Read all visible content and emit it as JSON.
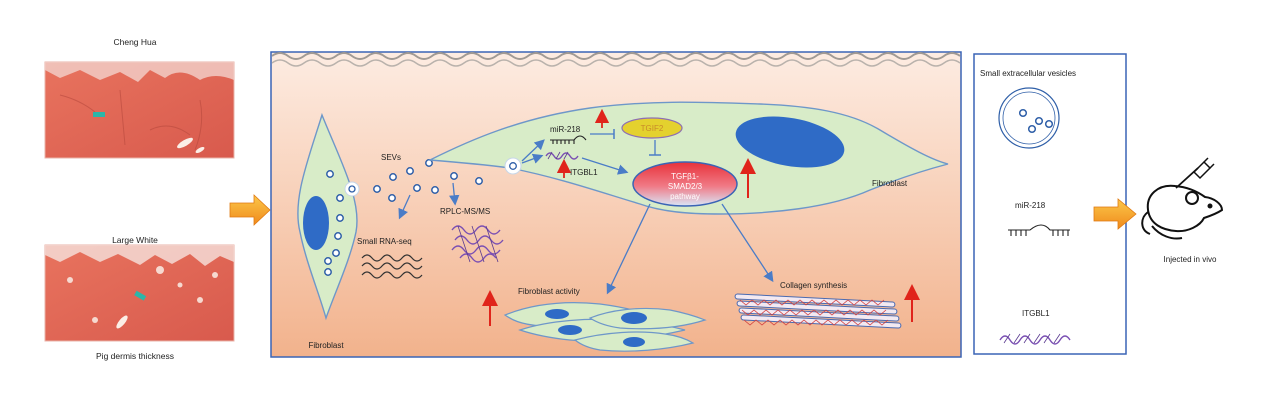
{
  "left_panel": {
    "top_tissue_label": "Cheng Hua",
    "bottom_tissue_label": "Large White",
    "caption": "Pig dermis  thickness"
  },
  "main_panel": {
    "sevs_label": "SEVs",
    "small_rnaseq_label": "Small RNA-seq",
    "rplc_label": "RPLC-MS/MS",
    "fibroblast_left_label": "Fibroblast",
    "fibroblast_right_label": "Fibroblast",
    "mir_label": "miR-218",
    "tgif2_label": "TGIF2",
    "itgbl1_label": "ITGBL1",
    "pathway_line1": "TGFβ1-",
    "pathway_line2": "SMAD2/3",
    "pathway_line3": "pathway",
    "fibroblast_activity_label": "Fibroblast activity",
    "collagen_label": "Collagen synthesis"
  },
  "right_panel": {
    "vesicles_label": "Small extracellular vesicles",
    "mir_label": "miR-218",
    "itgbl1_label": "ITGBL1"
  },
  "far_right": {
    "injected_label": "Injected in vivo"
  },
  "colors": {
    "panel_border": "#3a64b5",
    "panel_bg_top": "#fdece2",
    "panel_bg_bottom": "#f2b28c",
    "cell_fill": "#d8ecc8",
    "cell_stroke": "#6e97c9",
    "nucleus": "#2f6bc6",
    "arrow_blue": "#4a7cc7",
    "up_arrow_red": "#e0241b",
    "pathway_red": "#e8323a",
    "tgif2_fill": "#e4d12e",
    "tgif2_text": "#c98a2a",
    "helix_purple": "#7a4fb3",
    "big_arrow_orange": "#f5a623",
    "tissue_red": "#e46a5a"
  }
}
